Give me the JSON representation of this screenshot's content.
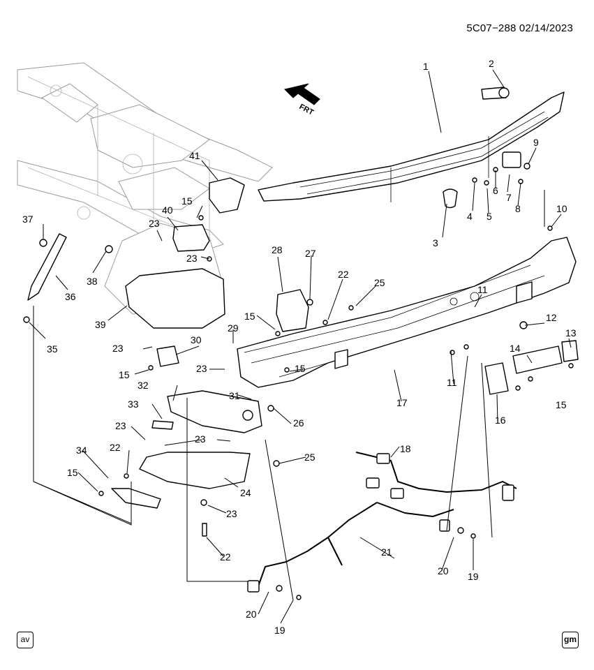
{
  "header": {
    "code": "5C07−288  02/14/2023"
  },
  "orientation": {
    "label": "FRT"
  },
  "callouts": [
    "1",
    "2",
    "3",
    "4",
    "5",
    "6",
    "7",
    "8",
    "9",
    "10",
    "11",
    "11",
    "12",
    "13",
    "14",
    "15",
    "15",
    "15",
    "15",
    "15",
    "15",
    "15",
    "16",
    "17",
    "18",
    "19",
    "19",
    "20",
    "20",
    "21",
    "22",
    "22",
    "22",
    "23",
    "23",
    "23",
    "23",
    "23",
    "23",
    "23",
    "24",
    "25",
    "25",
    "26",
    "27",
    "28",
    "29",
    "30",
    "31",
    "32",
    "33",
    "34",
    "35",
    "36",
    "37",
    "38",
    "39",
    "40",
    "41"
  ],
  "badges": {
    "left": "av",
    "right": "gm"
  }
}
